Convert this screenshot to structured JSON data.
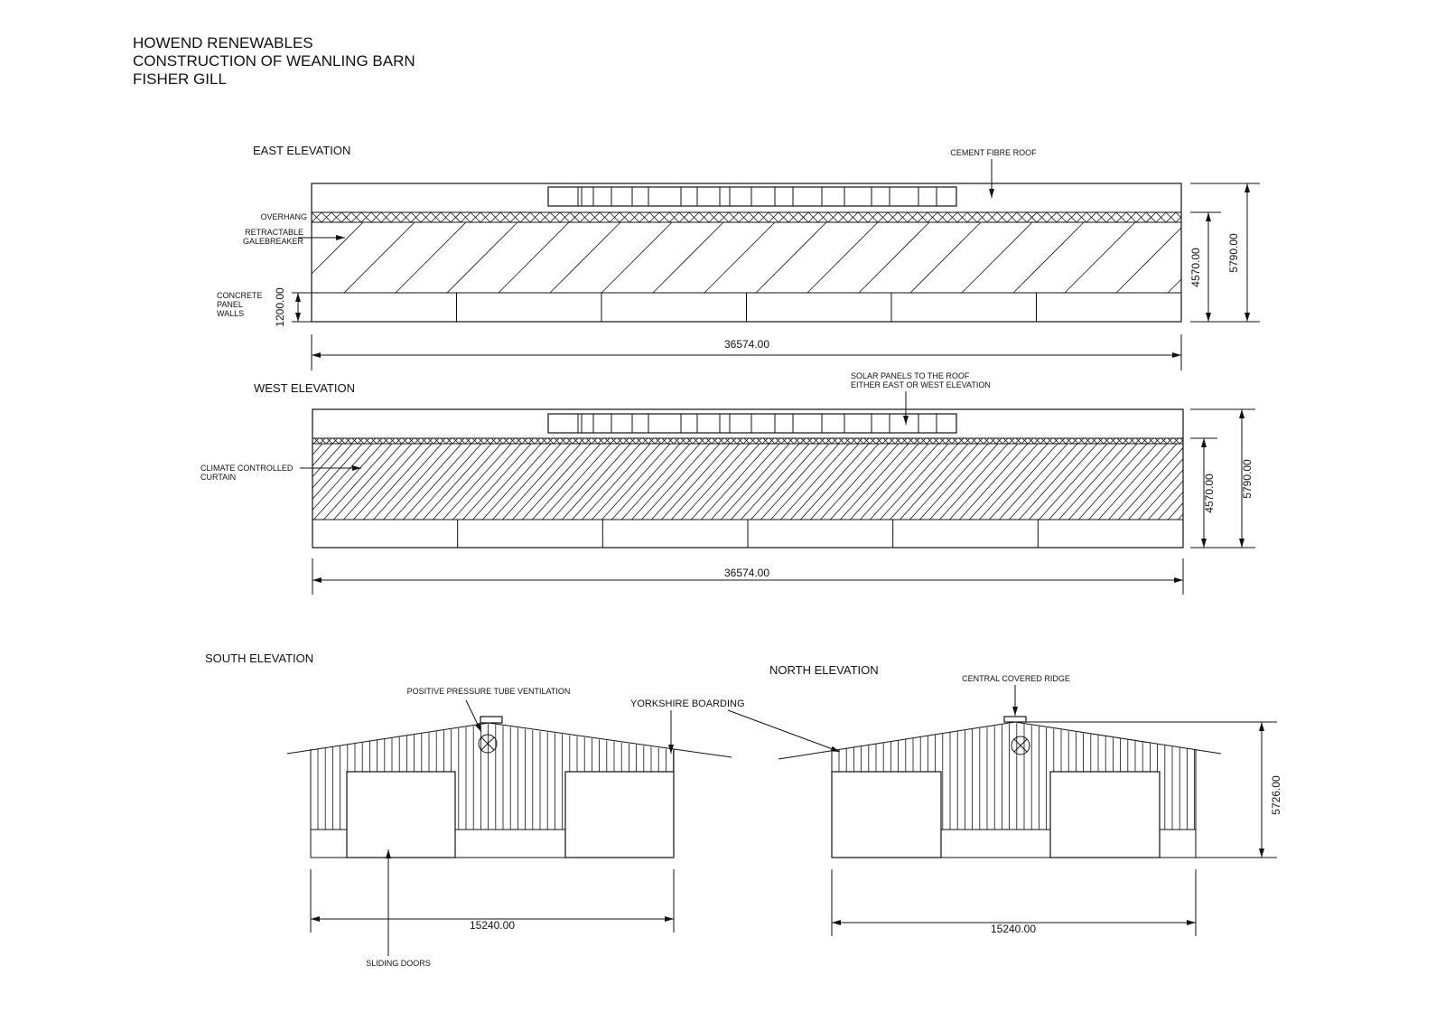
{
  "header": {
    "line1": "HOWEND RENEWABLES",
    "line2": "CONSTRUCTION OF WEANLING BARN",
    "line3": "FISHER GILL"
  },
  "east": {
    "title": "EAST ELEVATION",
    "cement_fibre_roof": "CEMENT FIBRE ROOF",
    "overhang": "OVERHANG",
    "galebreaker_1": "RETRACTABLE",
    "galebreaker_2": "GALEBREAKER",
    "concrete_1": "CONCRETE",
    "concrete_2": "PANEL",
    "concrete_3": "WALLS",
    "dim_wall": "1200.00",
    "dim_length": "36574.00",
    "dim_eaves": "4570.00",
    "dim_ridge": "5790.00"
  },
  "west": {
    "title": "WEST ELEVATION",
    "solar_1": "SOLAR PANELS TO THE ROOF",
    "solar_2": "EITHER EAST OR WEST ELEVATION",
    "curtain_1": "CLIMATE CONTROLLED",
    "curtain_2": "CURTAIN",
    "dim_length": "36574.00",
    "dim_eaves": "4570.00",
    "dim_ridge": "5790.00"
  },
  "south": {
    "title": "SOUTH ELEVATION",
    "ventilation": "POSITIVE PRESSURE TUBE VENTILATION",
    "boarding": "YORKSHIRE BOARDING",
    "doors": "SLIDING DOORS",
    "dim_width": "15240.00"
  },
  "north": {
    "title": "NORTH ELEVATION",
    "ridge": "CENTRAL COVERED RIDGE",
    "dim_width": "15240.00",
    "dim_height": "5726.00"
  }
}
